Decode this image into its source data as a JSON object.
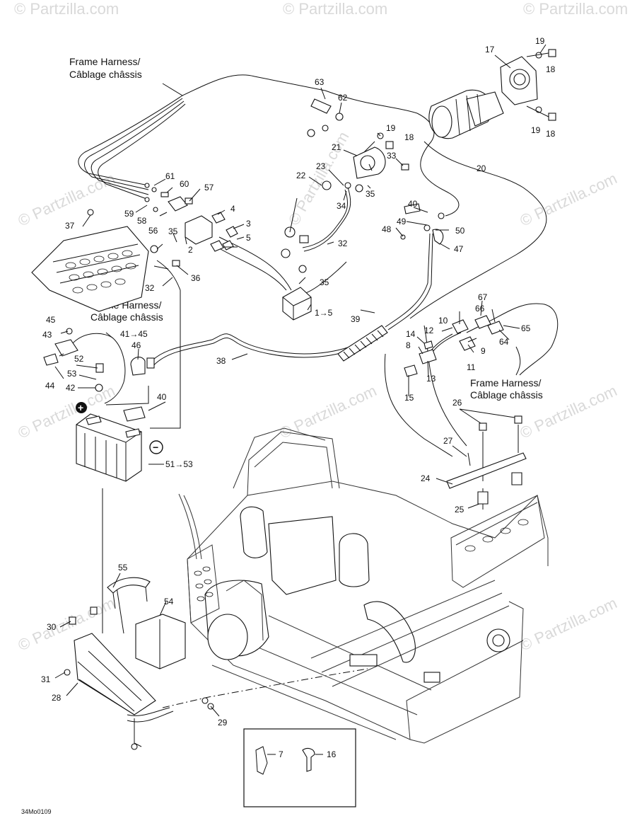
{
  "watermark": "© Partzilla.com",
  "harness_labels": {
    "top_left": [
      "Frame Harness/",
      "Câblage châssis"
    ],
    "middle_left": [
      "Frame Harness/",
      "Câblage châssis"
    ],
    "right": [
      "Frame Harness/",
      "Câblage châssis"
    ]
  },
  "drawing_code": "34Mo0109",
  "battery_terminals": {
    "positive": "+",
    "negative": "−"
  },
  "callouts": {
    "c1_5": "1→5",
    "c2": "2",
    "c3": "3",
    "c4": "4",
    "c5": "5",
    "c7": "7",
    "c8": "8",
    "c9": "9",
    "c10": "10",
    "c11": "11",
    "c12": "12",
    "c13": "13",
    "c14": "14",
    "c15": "15",
    "c16": "16",
    "c17": "17",
    "c18a": "18",
    "c18b": "18",
    "c18c": "18",
    "c19a": "19",
    "c19b": "19",
    "c19c": "19",
    "c20": "20",
    "c21": "21",
    "c22": "22",
    "c23": "23",
    "c24": "24",
    "c25": "25",
    "c26": "26",
    "c27": "27",
    "c28": "28",
    "c29": "29",
    "c30": "30",
    "c31": "31",
    "c32a": "32",
    "c32b": "32",
    "c33": "33",
    "c34": "34",
    "c35a": "35",
    "c35b": "35",
    "c35c": "35",
    "c36": "36",
    "c37": "37",
    "c38": "38",
    "c39": "39",
    "c40a": "40",
    "c40b": "40",
    "c41_45": "41→45",
    "c42": "42",
    "c43": "43",
    "c44": "44",
    "c45": "45",
    "c46": "46",
    "c47": "47",
    "c48": "48",
    "c49": "49",
    "c50": "50",
    "c51_53": "51→53",
    "c52": "52",
    "c53": "53",
    "c54": "54",
    "c55": "55",
    "c56": "56",
    "c57": "57",
    "c58": "58",
    "c59": "59",
    "c60": "60",
    "c61": "61",
    "c62": "62",
    "c63": "63",
    "c64": "64",
    "c65": "65",
    "c66": "66",
    "c67": "67"
  }
}
